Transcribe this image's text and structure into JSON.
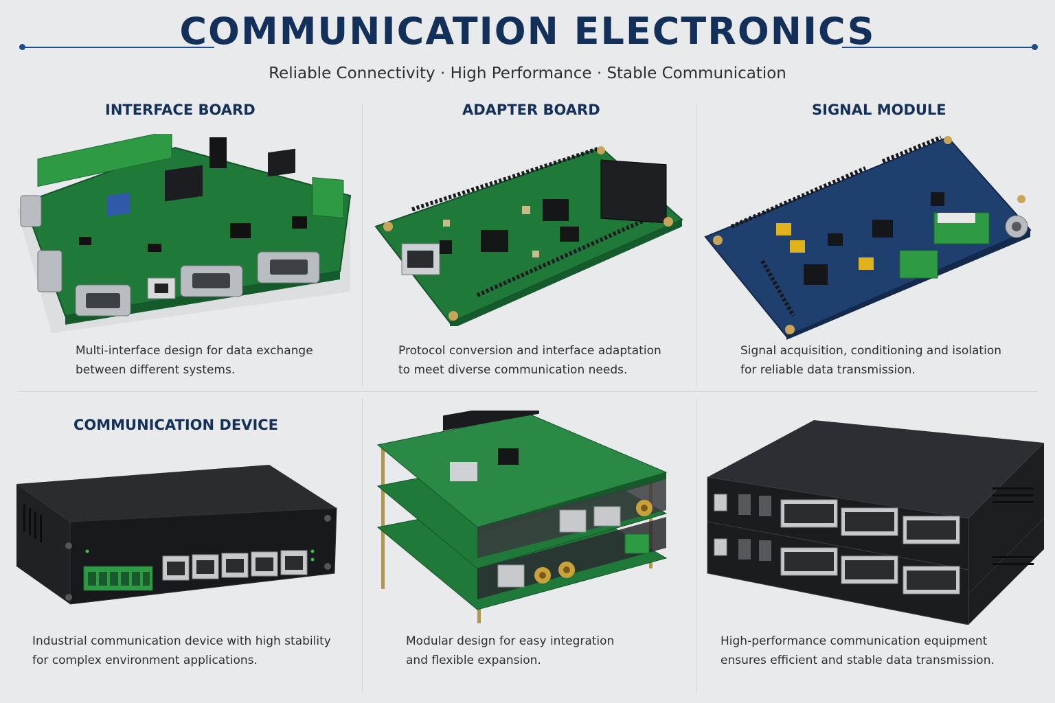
{
  "header": {
    "title": "COMMUNICATION ELECTRONICS",
    "subtitle": "Reliable Connectivity · High Performance · Stable Communication",
    "accent": "#13305a"
  },
  "panels": [
    {
      "title": "INTERFACE BOARD",
      "desc": [
        "Multi-interface design for data exchange",
        "between different systems."
      ],
      "image": "interface-board-pcb"
    },
    {
      "title": "ADAPTER BOARD",
      "desc": [
        "Protocol conversion and interface adaptation",
        "to meet diverse communication needs."
      ],
      "image": "adapter-board-pcb"
    },
    {
      "title": "SIGNAL MODULE",
      "desc": [
        "Signal acquisition, conditioning and isolation",
        "for reliable data transmission."
      ],
      "image": "signal-module-pcb"
    },
    {
      "title": "COMMUNICATION DEVICE",
      "desc": [
        "Industrial communication device with high stability",
        "for complex environment applications."
      ],
      "image": "industrial-switch"
    },
    {
      "title": "",
      "desc": [
        "Modular design for easy integration",
        "and flexible expansion."
      ],
      "image": "stacked-module"
    },
    {
      "title": "",
      "desc": [
        "High-performance communication equipment",
        "ensures efficient and stable data transmission."
      ],
      "image": "rack-switches"
    }
  ],
  "colors": {
    "pcb_green": "#1f7a3a",
    "pcb_blue": "#1f3f6e",
    "device_black": "#1f2124"
  }
}
